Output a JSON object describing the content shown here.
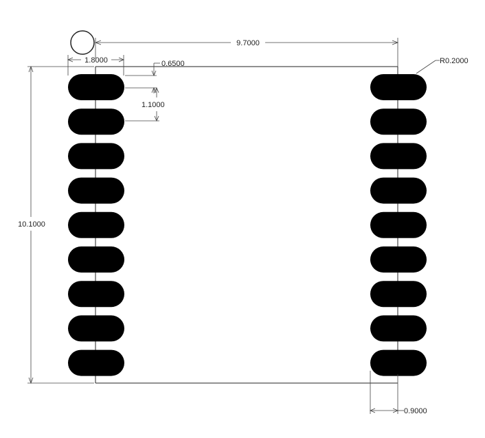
{
  "drawing": {
    "dimensions": {
      "overall_width": "9.7000",
      "overall_height": "10.1000",
      "pad_length": "1.8000",
      "pad_width": "0.6500",
      "pad_pitch": "1.1000",
      "corner_radius": "R0.2000",
      "pad_offset": "0.9000"
    },
    "pins_per_side": 9,
    "pin1_marker": "circle",
    "colors": {
      "line": "#222222",
      "pad": "#000000",
      "background": "#ffffff"
    }
  }
}
